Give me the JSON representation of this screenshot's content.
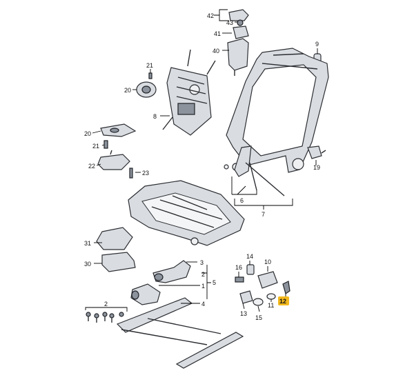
{
  "callouts": {
    "c42": "42",
    "c43": "43",
    "c41": "41",
    "c40": "40",
    "c9": "9",
    "c21a": "21",
    "c20a": "20",
    "c8": "8",
    "c20b": "20",
    "c21b": "21",
    "c22": "22",
    "c23": "23",
    "c19": "19",
    "c6": "6",
    "c7": "7",
    "c31": "31",
    "c30": "30",
    "c3": "3",
    "c2a": "2",
    "c1": "1",
    "c5": "5",
    "c4": "4",
    "c2b": "2",
    "c14": "14",
    "c10": "10",
    "c16": "16",
    "c11": "11",
    "c12": "12",
    "c13": "13",
    "c15": "15"
  },
  "colors": {
    "highlight": "#f2b81d",
    "line": "#000000",
    "part": "#d9dde2"
  }
}
